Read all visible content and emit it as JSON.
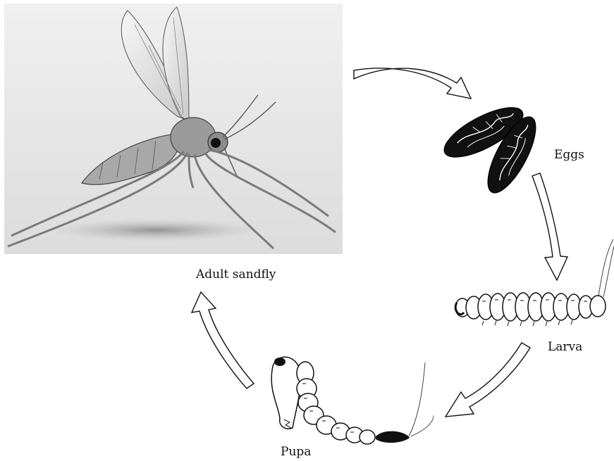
{
  "stages": {
    "adult": "Adult sandfly",
    "eggs": "Eggs",
    "larva": "Larva",
    "pupa": "Pupa"
  },
  "colors": {
    "ink": "#111111",
    "photo_bg": "#e6e6e6",
    "arrow_fill": "#ffffff"
  },
  "icons": {
    "adult": "sandfly-illustration",
    "eggs": "egg-pair-icon",
    "larva": "larva-icon",
    "pupa": "pupa-icon",
    "arrows": "curved-arrow-icon"
  }
}
